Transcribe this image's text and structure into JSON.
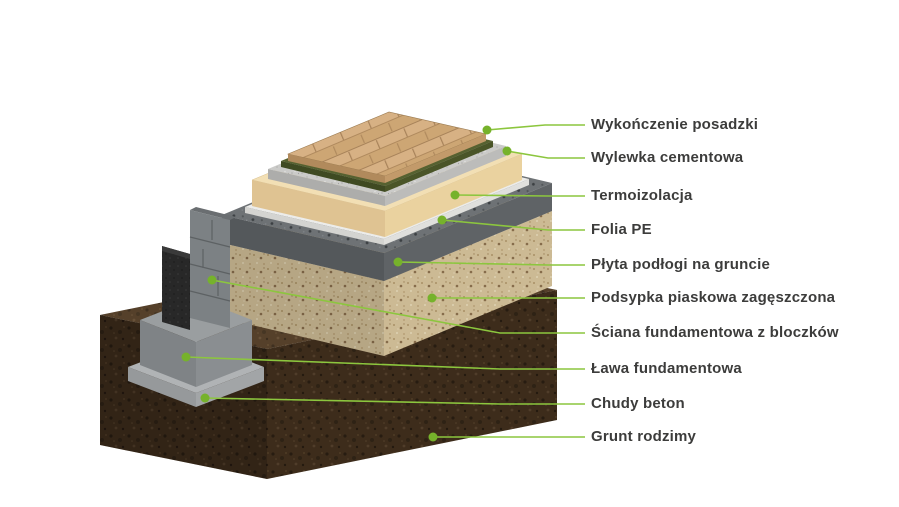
{
  "labels": [
    {
      "text": "Wykończenie posadzki"
    },
    {
      "text": "Wylewka cementowa"
    },
    {
      "text": "Termoizolacja"
    },
    {
      "text": "Folia PE"
    },
    {
      "text": "Płyta podłogi na gruncie"
    },
    {
      "text": "Podsypka piaskowa zagęszczona"
    },
    {
      "text": "Ściana fundamentowa z bloczków"
    },
    {
      "text": "Ława fundamentowa"
    },
    {
      "text": "Chudy beton"
    },
    {
      "text": "Grunt rodzimy"
    }
  ],
  "colors": {
    "accent_green": "#8CC63E",
    "dot_green": "#76B22B",
    "label_text": "#3C3C3B",
    "wood": "#D7B184",
    "screed": "#CBCBC9",
    "insulation_board": "#F2DFB4",
    "pe_foil": "#ECECEA",
    "concrete_slab": "#6E7275",
    "sand": "#D9C69E",
    "foundation_wall": "#7C8184",
    "footing": "#9A9EA0",
    "lean_concrete": "#B0B3B5",
    "soil": "#46331F"
  }
}
